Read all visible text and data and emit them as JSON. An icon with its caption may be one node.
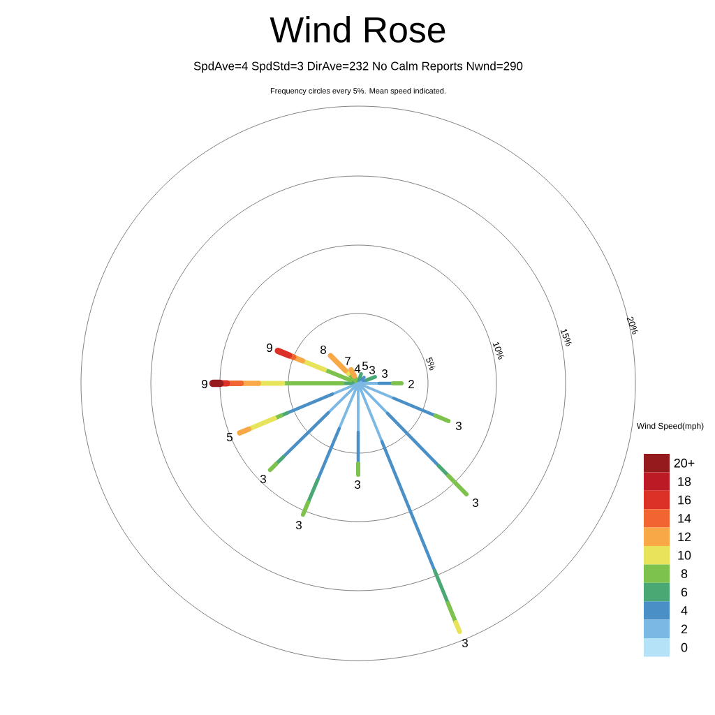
{
  "diagram": {
    "title": "Wind Rose",
    "labels": [
      "SpdAve=4  SpdStd=3  DirAve=232   No Calm Reports  Nwnd=290",
      "Frequency circles every 5%. Mean speed indicated.",
      "5%",
      "10%",
      "15%",
      "20%",
      "9",
      "8",
      "7",
      "4",
      "5",
      "3",
      "3",
      "2",
      "Wind Speed(mph)",
      "9",
      "3",
      "5",
      "3",
      "3",
      "3",
      "3",
      "3"
    ],
    "legend": [
      {
        "text": "20+",
        "color": "#941a1d"
      },
      {
        "text": "18",
        "color": "#bc1b26"
      },
      {
        "text": "16",
        "color": "#dc3127"
      },
      {
        "text": "14",
        "color": "#f26530"
      },
      {
        "text": "12",
        "color": "#f8a847"
      },
      {
        "text": "10",
        "color": "#e7e35a"
      },
      {
        "text": "8",
        "color": "#7dc24d"
      },
      {
        "text": "6",
        "color": "#4aa874"
      },
      {
        "text": "4",
        "color": "#4a90c7"
      },
      {
        "text": "2",
        "color": "#7cb8e4"
      },
      {
        "text": "0",
        "color": "#b5e2f7"
      }
    ]
  }
}
